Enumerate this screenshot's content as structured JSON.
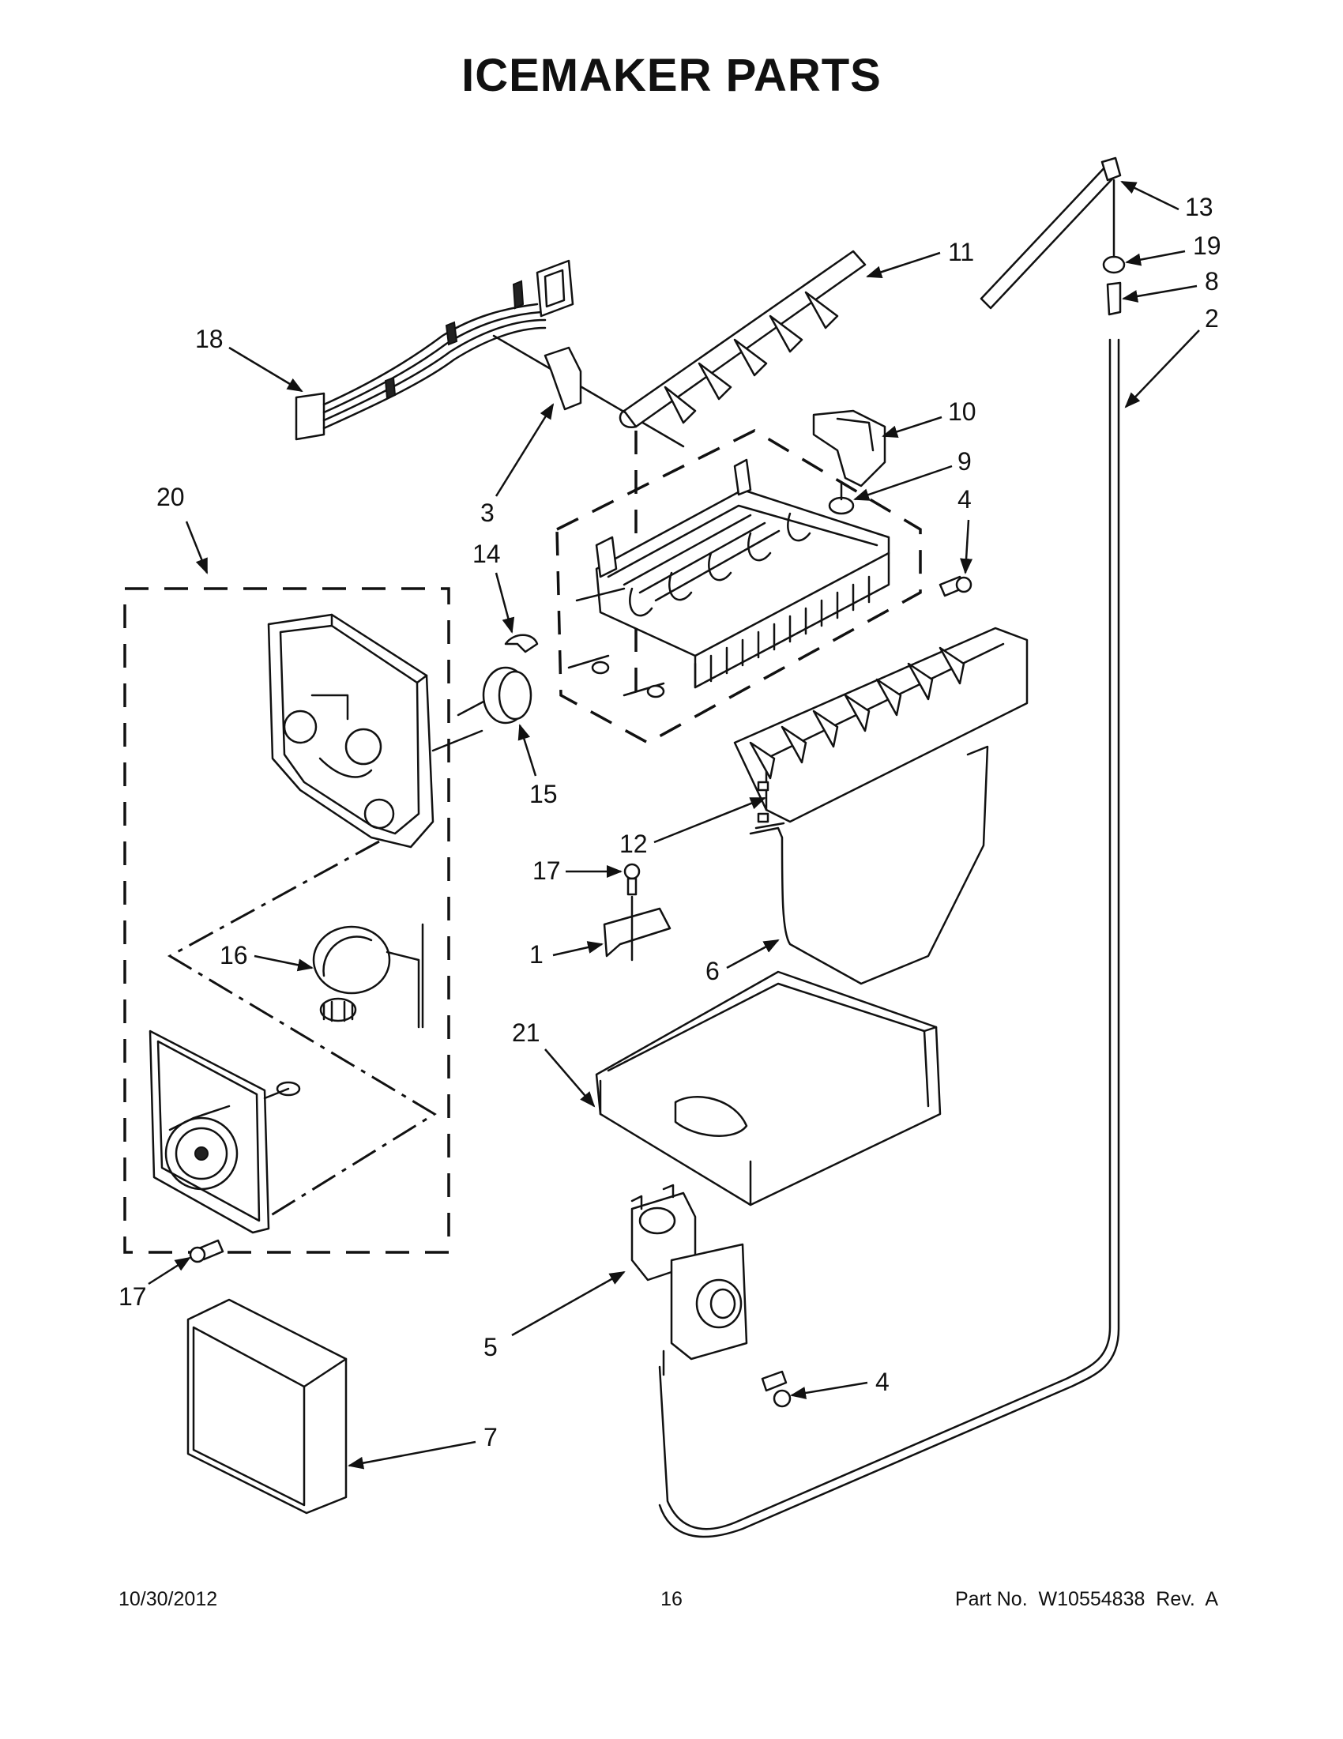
{
  "title": "ICEMAKER PARTS",
  "footer": {
    "date": "10/30/2012",
    "page": "16",
    "part_no": "Part No.  W10554838  Rev.  A"
  },
  "callouts": {
    "c1": "1",
    "c2": "2",
    "c3": "3",
    "c4a": "4",
    "c4b": "4",
    "c5": "5",
    "c6": "6",
    "c7": "7",
    "c8": "8",
    "c9": "9",
    "c10": "10",
    "c11": "11",
    "c12": "12",
    "c13": "13",
    "c14": "14",
    "c15": "15",
    "c16": "16",
    "c17a": "17",
    "c17b": "17",
    "c18": "18",
    "c19": "19",
    "c20": "20",
    "c21": "21"
  }
}
